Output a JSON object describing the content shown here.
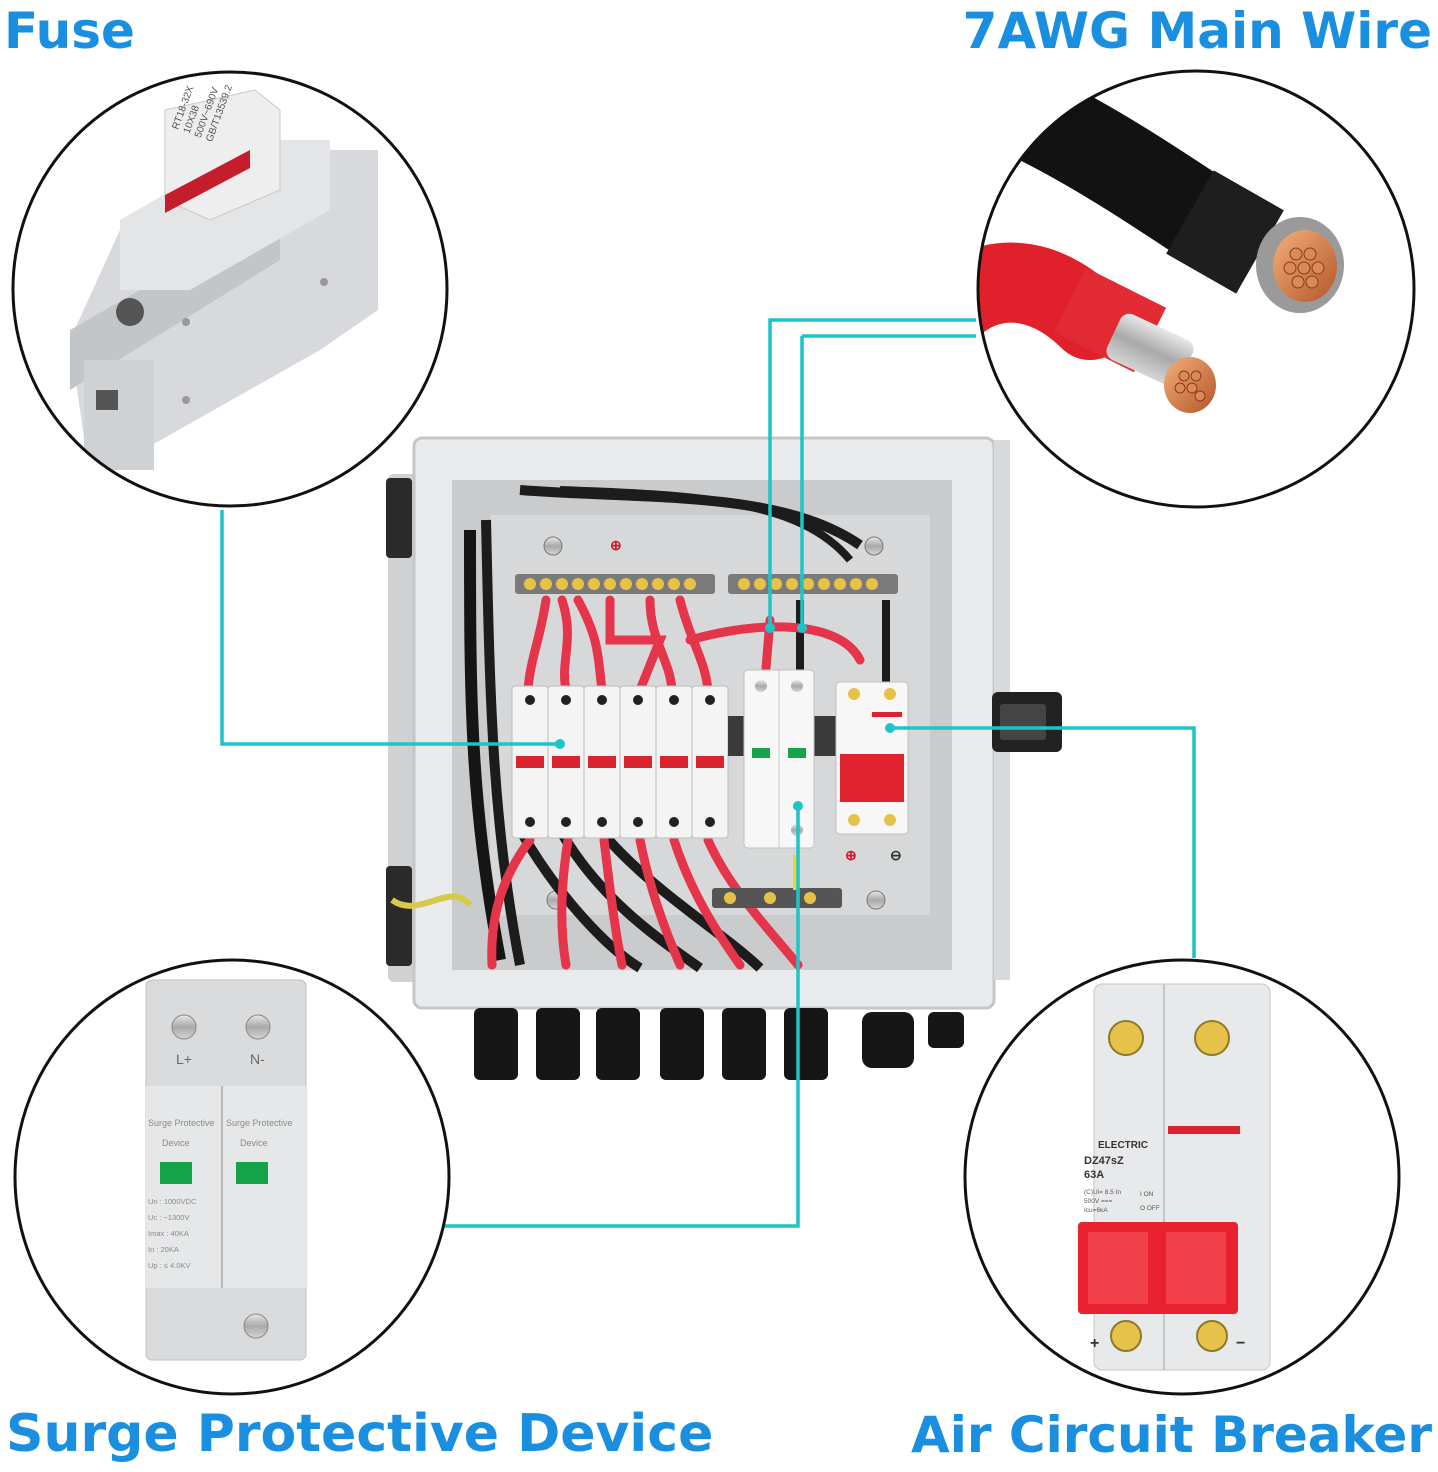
{
  "labels": {
    "fuse": "Fuse",
    "main_wire": "7AWG Main Wire",
    "spd": "Surge Protective Device",
    "breaker": "Air Circuit Breaker"
  },
  "fuse_print": {
    "model": "RT18-32X",
    "size": "10X38",
    "voltage": "500V~690V",
    "standard": "GB/T13539.2"
  },
  "spd_print": {
    "term_l": "L+",
    "term_n": "N-",
    "name_line1": "Surge Protective",
    "name_line2": "Device",
    "spec_un": "Un  :  1000VDC",
    "spec_uc": "Uc  :  ~1300V",
    "spec_imax": "Imax  :  40KA",
    "spec_in": "In  :  20KA",
    "spec_up": "Up  :  ≤ 4.0KV"
  },
  "breaker_print": {
    "brand": "ELECTRIC",
    "model": "DZ47sZ",
    "rating": "63A",
    "spec1": "(C)Ui= 8.5 In",
    "spec2": "500V ===",
    "spec3": "Icu=6kA",
    "on": "I ON",
    "off": "O OFF",
    "plus": "+",
    "minus": "−"
  },
  "colors": {
    "accent_blue": "#1a8fe0",
    "leader_cyan": "#1fc4c9",
    "wire_red": "#e5354b",
    "wire_black": "#1a1a1a",
    "enclosure_gray": "#dfe1e3"
  }
}
